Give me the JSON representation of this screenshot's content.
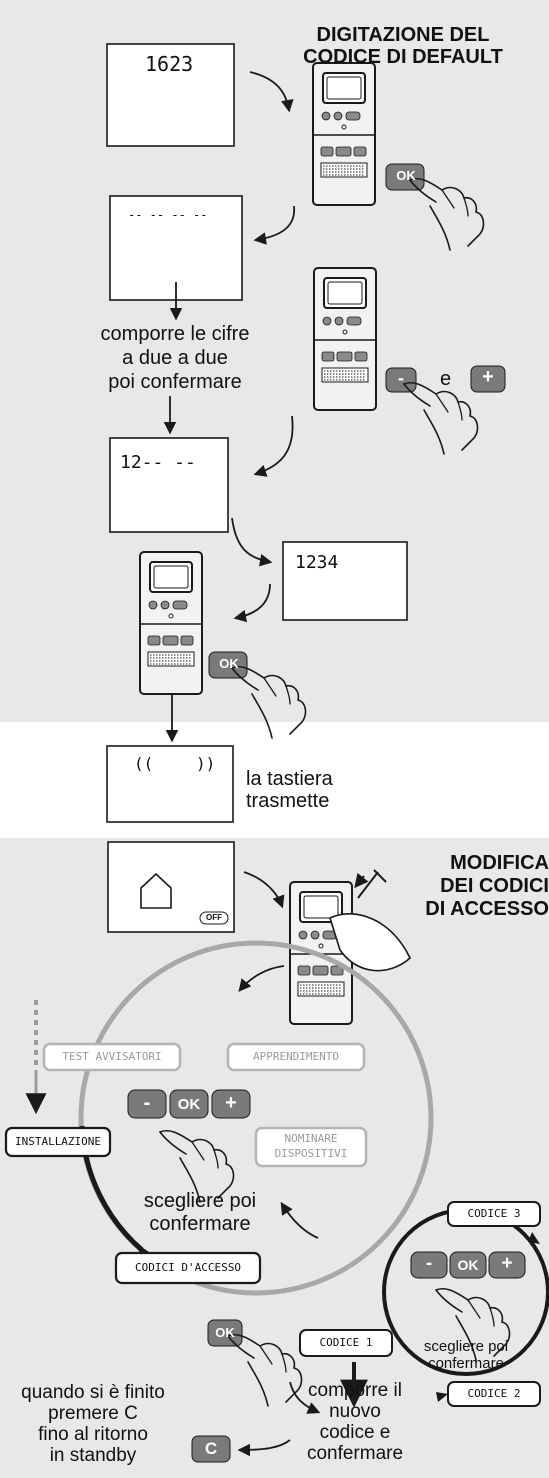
{
  "section1": {
    "title_line1": "DIGITAZIONE DEL",
    "title_line2": "CODICE DI DEFAULT",
    "screen_default": "1623",
    "screen_dashes": "-- -- -- --",
    "screen_partial": "12-- --",
    "screen_full": "1234",
    "instruction_line1": "comporre le cifre",
    "instruction_line2": "a due a due",
    "instruction_line3": "poi confermare",
    "ok_label": "OK",
    "minus_label": "-",
    "plus_label": "+",
    "and_label": "e"
  },
  "transmit": {
    "screen_left": "((",
    "screen_right": "))",
    "label_line1": "la tastiera",
    "label_line2": "trasmette"
  },
  "section2": {
    "title_line1": "MODIFICA",
    "title_line2": "DEI CODICI",
    "title_line3": "DI ACCESSO",
    "off_badge": "OFF",
    "menu_test": "TEST AVVISATORI",
    "menu_learning": "APPRENDIMENTO",
    "menu_name_line1": "NOMINARE",
    "menu_name_line2": "DISPOSITIVI",
    "menu_install": "INSTALLAZIONE",
    "menu_codes": "CODICI D'ACCESSO",
    "choose_line1": "scegliere poi",
    "choose_line2": "confermare",
    "minus_label": "-",
    "ok_label": "OK",
    "plus_label": "+",
    "code1": "CODICE 1",
    "code2": "CODICE 2",
    "code3": "CODICE 3",
    "choose_small_line1": "scegliere poi",
    "choose_small_line2": "confermare",
    "compose_line1": "comporre  il",
    "compose_line2": "nuovo",
    "compose_line3": "codice e",
    "compose_line4": "confermare",
    "exit_line1": "quando si è finito",
    "exit_line2": "premere C",
    "exit_line3": "fino al ritorno",
    "exit_line4": "in standby",
    "c_label": "C"
  },
  "colors": {
    "panel_grey": "#e8e8e8",
    "button_grey": "#7a7a7a",
    "line_dark": "#1a1a1a",
    "menu_outline_light": "#b4b4b4",
    "circle_grey": "#a8a8a8"
  }
}
